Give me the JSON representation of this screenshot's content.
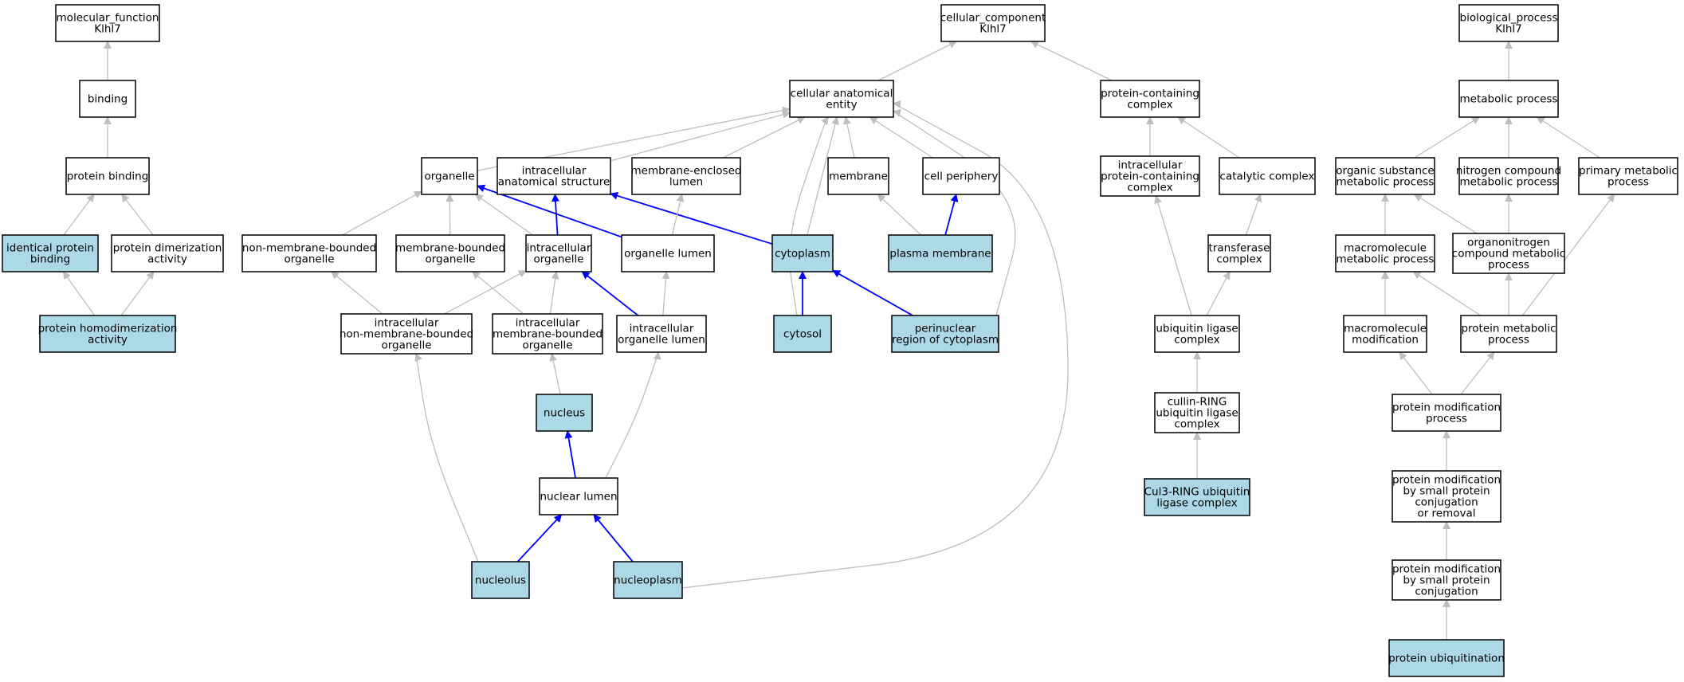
{
  "colors": {
    "background": "#ffffff",
    "node_default": "#ffffff",
    "node_highlight": "#add8e6",
    "edge_default": "#bebebe",
    "edge_highlight": "#0000ff"
  },
  "nodes": {
    "mf_klhl7": {
      "lines": [
        "molecular_function",
        "Klhl7"
      ],
      "highlight": false
    },
    "binding": {
      "lines": [
        "binding"
      ],
      "highlight": false
    },
    "protein_binding": {
      "lines": [
        "protein binding"
      ],
      "highlight": false
    },
    "identical_protein_binding": {
      "lines": [
        "identical protein",
        "binding"
      ],
      "highlight": true
    },
    "protein_dimerization_activity": {
      "lines": [
        "protein dimerization",
        "activity"
      ],
      "highlight": false
    },
    "protein_homodimerization_activity": {
      "lines": [
        "protein homodimerization",
        "activity"
      ],
      "highlight": true
    },
    "cc_klhl7": {
      "lines": [
        "cellular_component",
        "Klhl7"
      ],
      "highlight": false
    },
    "cellular_anatomical_entity": {
      "lines": [
        "cellular anatomical",
        "entity"
      ],
      "highlight": false
    },
    "protein_containing_complex": {
      "lines": [
        "protein-containing",
        "complex"
      ],
      "highlight": false
    },
    "organelle": {
      "lines": [
        "organelle"
      ],
      "highlight": false
    },
    "intracellular_anatomical_structure": {
      "lines": [
        "intracellular",
        "anatomical structure"
      ],
      "highlight": false
    },
    "membrane_enclosed_lumen": {
      "lines": [
        "membrane-enclosed",
        "lumen"
      ],
      "highlight": false
    },
    "membrane": {
      "lines": [
        "membrane"
      ],
      "highlight": false
    },
    "cell_periphery": {
      "lines": [
        "cell periphery"
      ],
      "highlight": false
    },
    "non_membrane_bounded_organelle": {
      "lines": [
        "non-membrane-bounded",
        "organelle"
      ],
      "highlight": false
    },
    "membrane_bounded_organelle": {
      "lines": [
        "membrane-bounded",
        "organelle"
      ],
      "highlight": false
    },
    "intracellular_organelle": {
      "lines": [
        "intracellular",
        "organelle"
      ],
      "highlight": false
    },
    "organelle_lumen": {
      "lines": [
        "organelle lumen"
      ],
      "highlight": false
    },
    "cytoplasm": {
      "lines": [
        "cytoplasm"
      ],
      "highlight": true
    },
    "plasma_membrane": {
      "lines": [
        "plasma membrane"
      ],
      "highlight": true
    },
    "intracellular_non_membrane_bounded_organelle": {
      "lines": [
        "intracellular",
        "non-membrane-bounded",
        "organelle"
      ],
      "highlight": false
    },
    "intracellular_membrane_bounded_organelle": {
      "lines": [
        "intracellular",
        "membrane-bounded",
        "organelle"
      ],
      "highlight": false
    },
    "intracellular_organelle_lumen": {
      "lines": [
        "intracellular",
        "organelle lumen"
      ],
      "highlight": false
    },
    "cytosol": {
      "lines": [
        "cytosol"
      ],
      "highlight": true
    },
    "perinuclear_region_of_cytoplasm": {
      "lines": [
        "perinuclear",
        "region of cytoplasm"
      ],
      "highlight": true
    },
    "nucleus": {
      "lines": [
        "nucleus"
      ],
      "highlight": true
    },
    "nuclear_lumen": {
      "lines": [
        "nuclear lumen"
      ],
      "highlight": false
    },
    "nucleolus": {
      "lines": [
        "nucleolus"
      ],
      "highlight": true
    },
    "nucleoplasm": {
      "lines": [
        "nucleoplasm"
      ],
      "highlight": true
    },
    "intracellular_protein_containing_complex": {
      "lines": [
        "intracellular",
        "protein-containing",
        "complex"
      ],
      "highlight": false
    },
    "catalytic_complex": {
      "lines": [
        "catalytic complex"
      ],
      "highlight": false
    },
    "transferase_complex": {
      "lines": [
        "transferase",
        "complex"
      ],
      "highlight": false
    },
    "ubiquitin_ligase_complex": {
      "lines": [
        "ubiquitin ligase",
        "complex"
      ],
      "highlight": false
    },
    "cullin_ring_ubiquitin_ligase_complex": {
      "lines": [
        "cullin-RING",
        "ubiquitin ligase",
        "complex"
      ],
      "highlight": false
    },
    "cul3_ring_ubiquitin_ligase_complex": {
      "lines": [
        "Cul3-RING ubiquitin",
        "ligase complex"
      ],
      "highlight": true
    },
    "bp_klhl7": {
      "lines": [
        "biological_process",
        "Klhl7"
      ],
      "highlight": false
    },
    "metabolic_process": {
      "lines": [
        "metabolic process"
      ],
      "highlight": false
    },
    "organic_substance_metabolic_process": {
      "lines": [
        "organic substance",
        "metabolic process"
      ],
      "highlight": false
    },
    "nitrogen_compound_metabolic_process": {
      "lines": [
        "nitrogen compound",
        "metabolic process"
      ],
      "highlight": false
    },
    "primary_metabolic_process": {
      "lines": [
        "primary metabolic",
        "process"
      ],
      "highlight": false
    },
    "macromolecule_metabolic_process": {
      "lines": [
        "macromolecule",
        "metabolic process"
      ],
      "highlight": false
    },
    "organonitrogen_compound_metabolic_process": {
      "lines": [
        "organonitrogen",
        "compound metabolic",
        "process"
      ],
      "highlight": false
    },
    "macromolecule_modification": {
      "lines": [
        "macromolecule",
        "modification"
      ],
      "highlight": false
    },
    "protein_metabolic_process": {
      "lines": [
        "protein metabolic",
        "process"
      ],
      "highlight": false
    },
    "protein_modification_process": {
      "lines": [
        "protein modification",
        "process"
      ],
      "highlight": false
    },
    "protein_modification_by_small_protein_conjugation_or_removal": {
      "lines": [
        "protein modification",
        "by small protein",
        "conjugation",
        "or removal"
      ],
      "highlight": false
    },
    "protein_modification_by_small_protein_conjugation": {
      "lines": [
        "protein modification",
        "by small protein",
        "conjugation"
      ],
      "highlight": false
    },
    "protein_ubiquitination": {
      "lines": [
        "protein ubiquitination"
      ],
      "highlight": true
    }
  },
  "edges": [
    {
      "from": "binding",
      "to": "mf_klhl7",
      "highlight": false
    },
    {
      "from": "protein_binding",
      "to": "binding",
      "highlight": false
    },
    {
      "from": "identical_protein_binding",
      "to": "protein_binding",
      "highlight": false
    },
    {
      "from": "protein_dimerization_activity",
      "to": "protein_binding",
      "highlight": false
    },
    {
      "from": "protein_homodimerization_activity",
      "to": "identical_protein_binding",
      "highlight": false
    },
    {
      "from": "protein_homodimerization_activity",
      "to": "protein_dimerization_activity",
      "highlight": false
    },
    {
      "from": "cellular_anatomical_entity",
      "to": "cc_klhl7",
      "highlight": false
    },
    {
      "from": "protein_containing_complex",
      "to": "cc_klhl7",
      "highlight": false
    },
    {
      "from": "organelle",
      "to": "cellular_anatomical_entity",
      "highlight": false
    },
    {
      "from": "intracellular_anatomical_structure",
      "to": "cellular_anatomical_entity",
      "highlight": false
    },
    {
      "from": "membrane_enclosed_lumen",
      "to": "cellular_anatomical_entity",
      "highlight": false
    },
    {
      "from": "membrane",
      "to": "cellular_anatomical_entity",
      "highlight": false
    },
    {
      "from": "cell_periphery",
      "to": "cellular_anatomical_entity",
      "highlight": false
    },
    {
      "from": "cytoplasm",
      "to": "cellular_anatomical_entity",
      "highlight": false
    },
    {
      "from": "cytosol",
      "to": "cellular_anatomical_entity",
      "highlight": false
    },
    {
      "from": "perinuclear_region_of_cytoplasm",
      "to": "cellular_anatomical_entity",
      "highlight": false
    },
    {
      "from": "nucleoplasm",
      "to": "cellular_anatomical_entity",
      "highlight": false
    },
    {
      "from": "non_membrane_bounded_organelle",
      "to": "organelle",
      "highlight": false
    },
    {
      "from": "membrane_bounded_organelle",
      "to": "organelle",
      "highlight": false
    },
    {
      "from": "intracellular_organelle",
      "to": "organelle",
      "highlight": false
    },
    {
      "from": "organelle_lumen",
      "to": "organelle",
      "highlight": true
    },
    {
      "from": "intracellular_organelle",
      "to": "intracellular_anatomical_structure",
      "highlight": true
    },
    {
      "from": "cytoplasm",
      "to": "intracellular_anatomical_structure",
      "highlight": true
    },
    {
      "from": "organelle_lumen",
      "to": "membrane_enclosed_lumen",
      "highlight": false
    },
    {
      "from": "plasma_membrane",
      "to": "membrane",
      "highlight": false
    },
    {
      "from": "plasma_membrane",
      "to": "cell_periphery",
      "highlight": true
    },
    {
      "from": "intracellular_non_membrane_bounded_organelle",
      "to": "non_membrane_bounded_organelle",
      "highlight": false
    },
    {
      "from": "intracellular_non_membrane_bounded_organelle",
      "to": "intracellular_organelle",
      "highlight": false
    },
    {
      "from": "intracellular_membrane_bounded_organelle",
      "to": "membrane_bounded_organelle",
      "highlight": false
    },
    {
      "from": "intracellular_membrane_bounded_organelle",
      "to": "intracellular_organelle",
      "highlight": false
    },
    {
      "from": "intracellular_organelle_lumen",
      "to": "intracellular_organelle",
      "highlight": true
    },
    {
      "from": "intracellular_organelle_lumen",
      "to": "organelle_lumen",
      "highlight": false
    },
    {
      "from": "cytosol",
      "to": "cytoplasm",
      "highlight": true
    },
    {
      "from": "perinuclear_region_of_cytoplasm",
      "to": "cytoplasm",
      "highlight": true
    },
    {
      "from": "nucleus",
      "to": "intracellular_membrane_bounded_organelle",
      "highlight": false
    },
    {
      "from": "nuclear_lumen",
      "to": "nucleus",
      "highlight": true
    },
    {
      "from": "nuclear_lumen",
      "to": "intracellular_organelle_lumen",
      "highlight": false
    },
    {
      "from": "nucleolus",
      "to": "nuclear_lumen",
      "highlight": true
    },
    {
      "from": "nucleolus",
      "to": "intracellular_non_membrane_bounded_organelle",
      "highlight": false
    },
    {
      "from": "nucleoplasm",
      "to": "nuclear_lumen",
      "highlight": true
    },
    {
      "from": "intracellular_protein_containing_complex",
      "to": "protein_containing_complex",
      "highlight": false
    },
    {
      "from": "catalytic_complex",
      "to": "protein_containing_complex",
      "highlight": false
    },
    {
      "from": "transferase_complex",
      "to": "catalytic_complex",
      "highlight": false
    },
    {
      "from": "ubiquitin_ligase_complex",
      "to": "intracellular_protein_containing_complex",
      "highlight": false
    },
    {
      "from": "ubiquitin_ligase_complex",
      "to": "transferase_complex",
      "highlight": false
    },
    {
      "from": "cullin_ring_ubiquitin_ligase_complex",
      "to": "ubiquitin_ligase_complex",
      "highlight": false
    },
    {
      "from": "cul3_ring_ubiquitin_ligase_complex",
      "to": "cullin_ring_ubiquitin_ligase_complex",
      "highlight": false
    },
    {
      "from": "metabolic_process",
      "to": "bp_klhl7",
      "highlight": false
    },
    {
      "from": "organic_substance_metabolic_process",
      "to": "metabolic_process",
      "highlight": false
    },
    {
      "from": "nitrogen_compound_metabolic_process",
      "to": "metabolic_process",
      "highlight": false
    },
    {
      "from": "primary_metabolic_process",
      "to": "metabolic_process",
      "highlight": false
    },
    {
      "from": "macromolecule_metabolic_process",
      "to": "organic_substance_metabolic_process",
      "highlight": false
    },
    {
      "from": "organonitrogen_compound_metabolic_process",
      "to": "organic_substance_metabolic_process",
      "highlight": false
    },
    {
      "from": "organonitrogen_compound_metabolic_process",
      "to": "nitrogen_compound_metabolic_process",
      "highlight": false
    },
    {
      "from": "macromolecule_modification",
      "to": "macromolecule_metabolic_process",
      "highlight": false
    },
    {
      "from": "protein_metabolic_process",
      "to": "macromolecule_metabolic_process",
      "highlight": false
    },
    {
      "from": "protein_metabolic_process",
      "to": "organonitrogen_compound_metabolic_process",
      "highlight": false
    },
    {
      "from": "protein_metabolic_process",
      "to": "primary_metabolic_process",
      "highlight": false
    },
    {
      "from": "protein_modification_process",
      "to": "macromolecule_modification",
      "highlight": false
    },
    {
      "from": "protein_modification_process",
      "to": "protein_metabolic_process",
      "highlight": false
    },
    {
      "from": "protein_modification_by_small_protein_conjugation_or_removal",
      "to": "protein_modification_process",
      "highlight": false
    },
    {
      "from": "protein_modification_by_small_protein_conjugation",
      "to": "protein_modification_by_small_protein_conjugation_or_removal",
      "highlight": false
    },
    {
      "from": "protein_ubiquitination",
      "to": "protein_modification_by_small_protein_conjugation",
      "highlight": false
    }
  ]
}
